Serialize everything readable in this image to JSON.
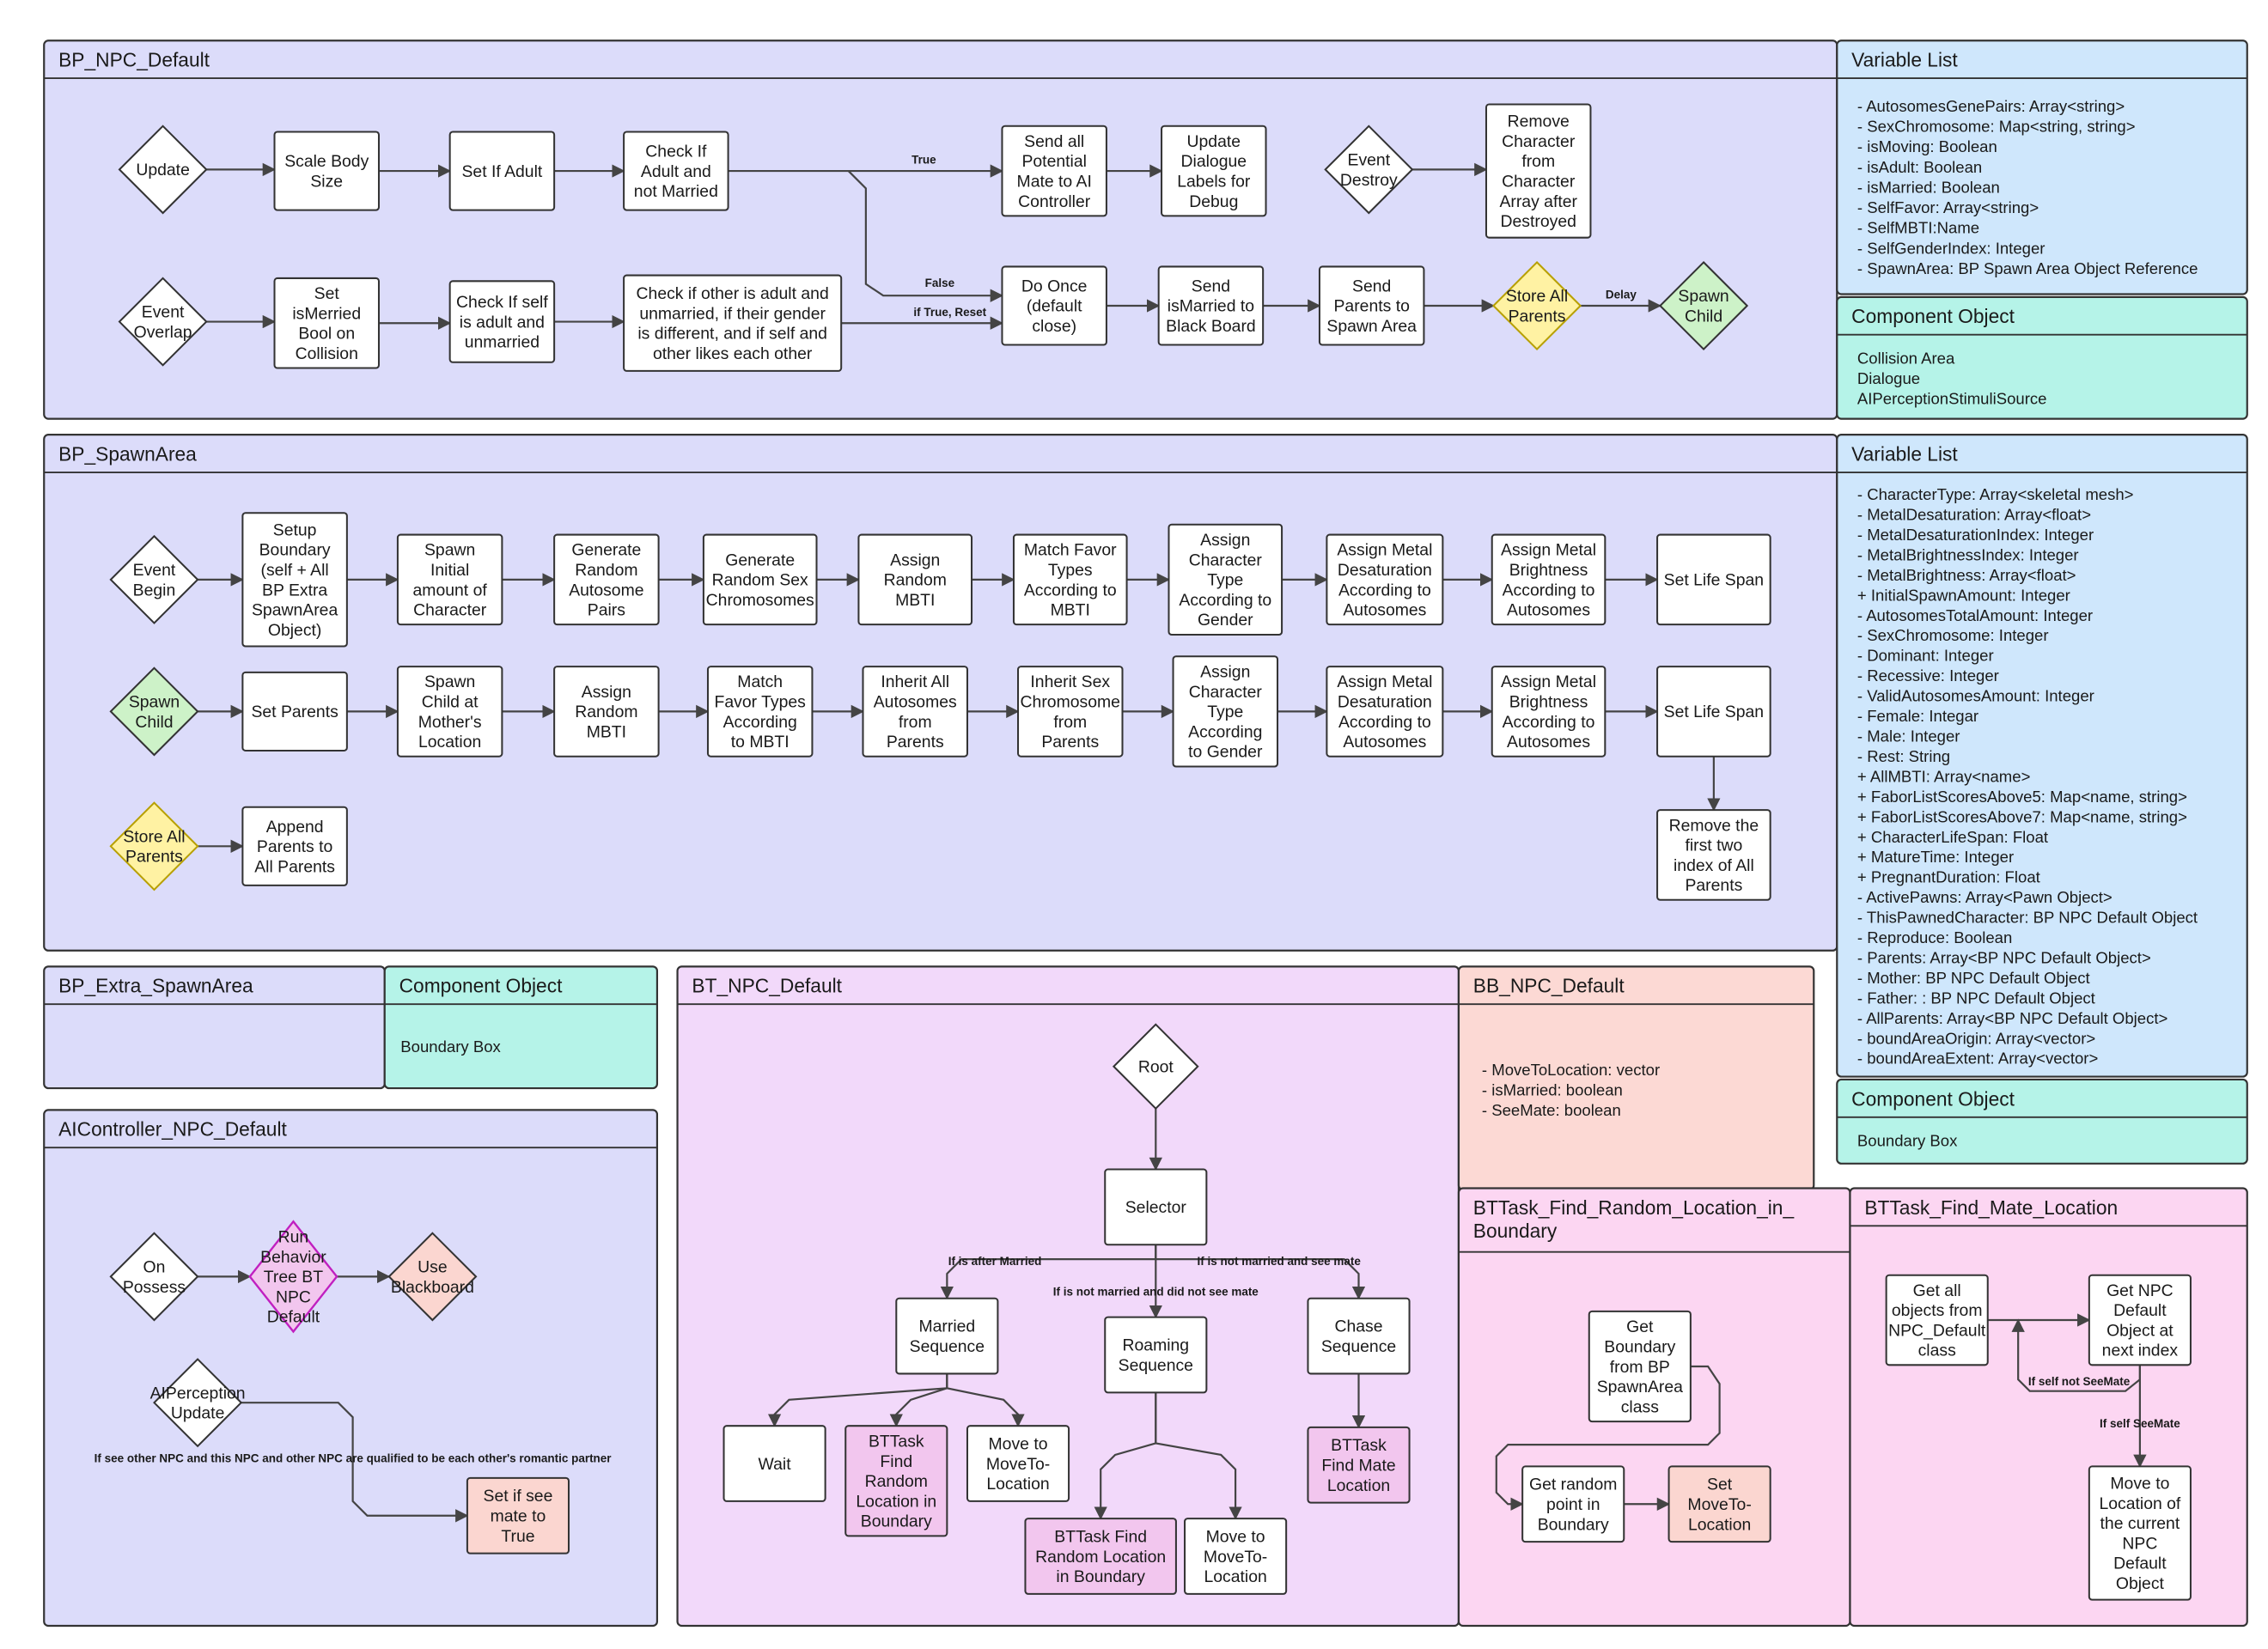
{
  "panels": [
    {
      "id": "bp-npc-default",
      "title": "BP_NPC_Default"
    },
    {
      "id": "bp-npc-vars",
      "title": "Variable List"
    },
    {
      "id": "bp-npc-comp",
      "title": "Component Object"
    },
    {
      "id": "bp-spawnarea",
      "title": "BP_SpawnArea"
    },
    {
      "id": "bp-spawnarea-vars",
      "title": "Variable List"
    },
    {
      "id": "bp-spawnarea-comp",
      "title": "Component Object"
    },
    {
      "id": "bp-extra-spawnarea",
      "title": "BP_Extra_SpawnArea"
    },
    {
      "id": "bp-extra-comp",
      "title": "Component Object"
    },
    {
      "id": "aicontroller",
      "title": "AIController_NPC_Default"
    },
    {
      "id": "bt-npc-default",
      "title": "BT_NPC_Default"
    },
    {
      "id": "bb-npc-default",
      "title": "BB_NPC_Default"
    },
    {
      "id": "bttask-random",
      "title": "BTTask_Find_Random_Location_in_\nBoundary"
    },
    {
      "id": "bttask-mate",
      "title": "BTTask_Find_Mate_Location"
    }
  ],
  "lists": [
    {
      "panel": "bp-npc-vars",
      "items": [
        "- AutosomesGenePairs: Array<string>",
        "- SexChromosome: Map<string, string>",
        "- isMoving: Boolean",
        "- isAdult: Boolean",
        "- isMarried: Boolean",
        "- SelfFavor: Array<string>",
        "- SelfMBTI:Name",
        "- SelfGenderIndex: Integer",
        "- SpawnArea: BP Spawn Area Object Reference"
      ]
    },
    {
      "panel": "bp-npc-comp",
      "items": [
        "Collision Area",
        "Dialogue",
        "AIPerceptionStimuliSource"
      ]
    },
    {
      "panel": "bp-spawnarea-vars",
      "items": [
        "- CharacterType: Array<skeletal mesh>",
        "- MetalDesaturation: Array<float>",
        "- MetalDesaturationIndex: Integer",
        "- MetalBrightnessIndex: Integer",
        "- MetalBrightness: Array<float>",
        "+ InitialSpawnAmount: Integer",
        "- AutosomesTotalAmount: Integer",
        "- SexChromosome: Integer",
        "- Dominant: Integer",
        "- Recessive: Integer",
        "- ValidAutosomesAmount: Integer",
        "- Female: Integar",
        "- Male: Integer",
        "- Rest: String",
        "+ AllMBTI: Array<name>",
        "+ FaborListScoresAbove5: Map<name, string>",
        "+ FaborListScoresAbove7: Map<name, string>",
        "+ CharacterLifeSpan: Float",
        "+ MatureTime: Integer",
        "+ PregnantDuration: Float",
        "- ActivePawns: Array<Pawn Object>",
        "- ThisPawnedCharacter: BP NPC Default Object",
        "- Reproduce: Boolean",
        "- Parents: Array<BP NPC Default Object>",
        "- Mother: BP NPC Default Object",
        "- Father: : BP NPC Default Object",
        "- AllParents: Array<BP NPC Default Object>",
        "- boundAreaOrigin: Array<vector>",
        "- boundAreaExtent: Array<vector>"
      ]
    },
    {
      "panel": "bp-spawnarea-comp",
      "items": [
        "Boundary Box"
      ]
    },
    {
      "panel": "bp-extra-comp",
      "items": [
        "Boundary Box"
      ]
    },
    {
      "panel": "bb-npc-default",
      "items": [
        "- MoveToLocation: vector",
        "- isMarried: boolean",
        "- SeeMate: boolean"
      ]
    }
  ],
  "nodes": [
    {
      "id": "n-update",
      "label": "Update",
      "shape": "diamond"
    },
    {
      "id": "n-scale-body",
      "label": "Scale Body\nSize",
      "shape": "box"
    },
    {
      "id": "n-set-if-adult",
      "label": "Set If Adult",
      "shape": "box"
    },
    {
      "id": "n-check-adult-married",
      "label": "Check If\nAdult and\nnot Married",
      "shape": "box"
    },
    {
      "id": "n-send-potential-mate",
      "label": "Send all\nPotential\nMate to AI\nController",
      "shape": "box"
    },
    {
      "id": "n-update-dialogue",
      "label": "Update\nDialogue\nLabels for\nDebug",
      "shape": "box"
    },
    {
      "id": "n-event-destroy",
      "label": "Event\nDestroy",
      "shape": "diamond"
    },
    {
      "id": "n-remove-character",
      "label": "Remove\nCharacter\nfrom\nCharacter\nArray after\nDestroyed",
      "shape": "box"
    },
    {
      "id": "n-event-overlap",
      "label": "Event\nOverlap",
      "shape": "diamond"
    },
    {
      "id": "n-set-ismarried",
      "label": "Set\nisMerried\nBool on\nCollision",
      "shape": "box"
    },
    {
      "id": "n-check-self-adult",
      "label": "Check If self\nis adult and\nunmarried",
      "shape": "box"
    },
    {
      "id": "n-check-other",
      "label": "Check if other is adult and\nunmarried, if their gender\nis different, and if self and\nother likes each other",
      "shape": "box"
    },
    {
      "id": "n-do-once",
      "label": "Do Once\n(default\nclose)",
      "shape": "box"
    },
    {
      "id": "n-send-ismarried",
      "label": "Send\nisMarried to\nBlack Board",
      "shape": "box"
    },
    {
      "id": "n-send-parents",
      "label": "Send\nParents to\nSpawn Area",
      "shape": "box"
    },
    {
      "id": "n-store-all-parents-1",
      "label": "Store All\nParents",
      "shape": "diamond-yellow"
    },
    {
      "id": "n-spawn-child-1",
      "label": "Spawn\nChild",
      "shape": "diamond-green"
    },
    {
      "id": "s-event-begin",
      "label": "Event\nBegin",
      "shape": "diamond"
    },
    {
      "id": "s-setup-boundary",
      "label": "Setup\nBoundary\n(self + All\nBP Extra\nSpawnArea\nObject)",
      "shape": "box"
    },
    {
      "id": "s-spawn-initial",
      "label": "Spawn\nInitial\namount of\nCharacter",
      "shape": "box"
    },
    {
      "id": "s-gen-autosome",
      "label": "Generate\nRandom\nAutosome\nPairs",
      "shape": "box"
    },
    {
      "id": "s-gen-sex",
      "label": "Generate\nRandom Sex\nChromosomes",
      "shape": "box"
    },
    {
      "id": "s-assign-mbti-1",
      "label": "Assign\nRandom\nMBTI",
      "shape": "box"
    },
    {
      "id": "s-match-favor-1",
      "label": "Match Favor\nTypes\nAccording to\nMBTI",
      "shape": "box"
    },
    {
      "id": "s-assign-char-1",
      "label": "Assign\nCharacter\nType\nAccording to\nGender",
      "shape": "box"
    },
    {
      "id": "s-assign-desat-1",
      "label": "Assign Metal\nDesaturation\nAccording to\nAutosomes",
      "shape": "box"
    },
    {
      "id": "s-assign-bright-1",
      "label": "Assign Metal\nBrightness\nAccording to\nAutosomes",
      "shape": "box"
    },
    {
      "id": "s-lifespan-1",
      "label": "Set Life Span",
      "shape": "box"
    },
    {
      "id": "s-spawn-child",
      "label": "Spawn\nChild",
      "shape": "diamond-green"
    },
    {
      "id": "s-set-parents",
      "label": "Set Parents",
      "shape": "box"
    },
    {
      "id": "s-spawn-mother",
      "label": "Spawn\nChild at\nMother's\nLocation",
      "shape": "box"
    },
    {
      "id": "s-assign-mbti-2",
      "label": "Assign\nRandom\nMBTI",
      "shape": "box"
    },
    {
      "id": "s-match-favor-2",
      "label": "Match\nFavor Types\nAccording\nto MBTI",
      "shape": "box"
    },
    {
      "id": "s-inherit-autosomes",
      "label": "Inherit All\nAutosomes\nfrom\nParents",
      "shape": "box"
    },
    {
      "id": "s-inherit-sex",
      "label": "Inherit Sex\nChromosome\nfrom\nParents",
      "shape": "box"
    },
    {
      "id": "s-assign-char-2",
      "label": "Assign\nCharacter\nType\nAccording\nto Gender",
      "shape": "box"
    },
    {
      "id": "s-assign-desat-2",
      "label": "Assign Metal\nDesaturation\nAccording to\nAutosomes",
      "shape": "box"
    },
    {
      "id": "s-assign-bright-2",
      "label": "Assign Metal\nBrightness\nAccording to\nAutosomes",
      "shape": "box"
    },
    {
      "id": "s-lifespan-2",
      "label": "Set Life Span",
      "shape": "box"
    },
    {
      "id": "s-remove-first-two",
      "label": "Remove the\nfirst two\nindex of All\nParents",
      "shape": "box"
    },
    {
      "id": "s-store-all-parents",
      "label": "Store All\nParents",
      "shape": "diamond-yellow"
    },
    {
      "id": "s-append-parents",
      "label": "Append\nParents to\nAll Parents",
      "shape": "box"
    },
    {
      "id": "a-on-possess",
      "label": "On\nPossess",
      "shape": "diamond"
    },
    {
      "id": "a-run-bt",
      "label": "Run\nBehavior\nTree BT\nNPC\nDefault",
      "shape": "diamond-magenta"
    },
    {
      "id": "a-use-bb",
      "label": "Use\nBlackboard",
      "shape": "diamond-salmon"
    },
    {
      "id": "a-perception",
      "label": "AIPerception\nUpdate",
      "shape": "diamond"
    },
    {
      "id": "a-set-see-mate",
      "label": "Set if see\nmate to\nTrue",
      "shape": "box-salmon"
    },
    {
      "id": "t-root",
      "label": "Root",
      "shape": "diamond"
    },
    {
      "id": "t-selector",
      "label": "Selector",
      "shape": "box"
    },
    {
      "id": "t-married-seq",
      "label": "Married\nSequence",
      "shape": "box"
    },
    {
      "id": "t-roaming-seq",
      "label": "Roaming\nSequence",
      "shape": "box"
    },
    {
      "id": "t-chase-seq",
      "label": "Chase\nSequence",
      "shape": "box"
    },
    {
      "id": "t-wait",
      "label": "Wait",
      "shape": "box"
    },
    {
      "id": "t-bttask-random-1",
      "label": "BTTask\nFind\nRandom\nLocation in\nBoundary",
      "shape": "box-pink"
    },
    {
      "id": "t-move-to-1",
      "label": "Move to\nMoveTo-\nLocation",
      "shape": "box"
    },
    {
      "id": "t-bttask-random-2",
      "label": "BTTask Find\nRandom Location\nin Boundary",
      "shape": "box-pink"
    },
    {
      "id": "t-move-to-2",
      "label": "Move to\nMoveTo-\nLocation",
      "shape": "box"
    },
    {
      "id": "t-bttask-mate",
      "label": "BTTask\nFind Mate\nLocation",
      "shape": "box-pink"
    },
    {
      "id": "r-get-boundary",
      "label": "Get\nBoundary\nfrom BP\nSpawnArea\nclass",
      "shape": "box"
    },
    {
      "id": "r-get-random-point",
      "label": "Get random\npoint in\nBoundary",
      "shape": "box"
    },
    {
      "id": "r-set-moveto",
      "label": "Set\nMoveTo-\nLocation",
      "shape": "box-salmon"
    },
    {
      "id": "m-get-all-objects",
      "label": "Get all\nobjects from\nNPC_Default\nclass",
      "shape": "box"
    },
    {
      "id": "m-get-npc-next",
      "label": "Get NPC\nDefault\nObject at\nnext index",
      "shape": "box"
    },
    {
      "id": "m-move-to-location",
      "label": "Move to\nLocation of\nthe current\nNPC\nDefault\nObject",
      "shape": "box"
    }
  ],
  "edge_labels": [
    {
      "id": "e-true",
      "text": "True"
    },
    {
      "id": "e-false",
      "text": "False"
    },
    {
      "id": "e-if-true-reset",
      "text": "if True, Reset"
    },
    {
      "id": "e-delay",
      "text": "Delay"
    },
    {
      "id": "e-see-other",
      "text": "If see other NPC and this NPC and other NPC are qualified to be each other's romantic partner"
    },
    {
      "id": "e-after-married",
      "text": "If is after Married"
    },
    {
      "id": "e-not-married-see",
      "text": "If is not married and see mate"
    },
    {
      "id": "e-not-married-not-see",
      "text": "If is not married and did not see mate"
    },
    {
      "id": "e-not-see-mate",
      "text": "If self not SeeMate"
    },
    {
      "id": "e-see-mate",
      "text": "If self SeeMate"
    }
  ]
}
